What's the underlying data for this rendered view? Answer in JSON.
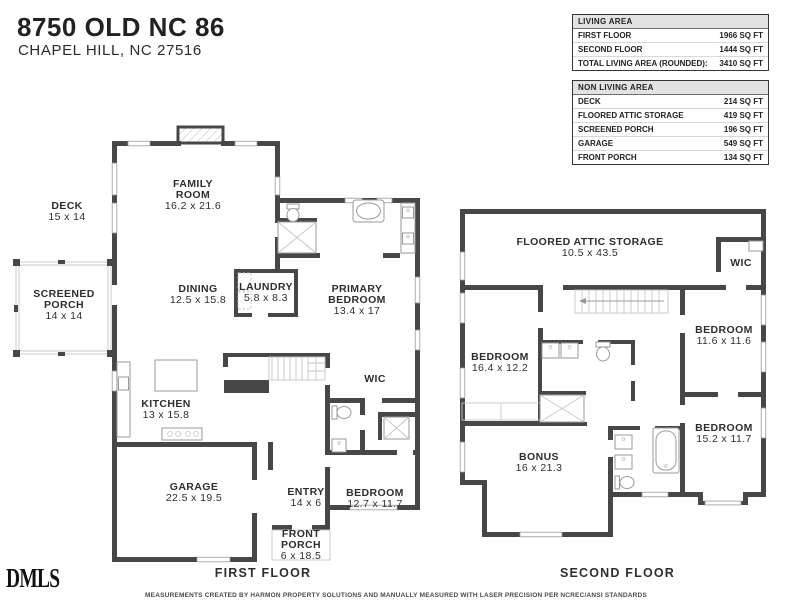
{
  "header": {
    "address": "8750 OLD NC 86",
    "city_line": "CHAPEL HILL, NC 27516"
  },
  "living_area_table": {
    "title": "LIVING AREA",
    "rows": [
      {
        "label": "FIRST FLOOR",
        "value": "1966 SQ FT"
      },
      {
        "label": "SECOND FLOOR",
        "value": "1444 SQ FT"
      }
    ],
    "total": {
      "label": "TOTAL LIVING AREA (ROUNDED):",
      "value": "3410 SQ FT"
    }
  },
  "non_living_area_table": {
    "title": "NON LIVING AREA",
    "rows": [
      {
        "label": "DECK",
        "value": "214 SQ FT"
      },
      {
        "label": "FLOORED ATTIC STORAGE",
        "value": "419 SQ FT"
      },
      {
        "label": "SCREENED PORCH",
        "value": "196 SQ FT"
      },
      {
        "label": "GARAGE",
        "value": "549 SQ FT"
      },
      {
        "label": "FRONT PORCH",
        "value": "134 SQ FT"
      }
    ]
  },
  "first_floor": {
    "caption": "FIRST FLOOR",
    "rooms": {
      "deck": {
        "name": "DECK",
        "dims": "15 x 14"
      },
      "screened_porch": {
        "name": "SCREENED PORCH",
        "dims": "14 x 14"
      },
      "family_room": {
        "name": "FAMILY ROOM",
        "dims": "16.2 x 21.6"
      },
      "dining": {
        "name": "DINING",
        "dims": "12.5 x 15.8"
      },
      "laundry": {
        "name": "LAUNDRY",
        "dims": "5.8 x 8.3"
      },
      "primary_bedroom": {
        "name": "PRIMARY BEDROOM",
        "dims": "13.4 x 17"
      },
      "kitchen": {
        "name": "KITCHEN",
        "dims": "13 x 15.8"
      },
      "wic": {
        "name": "WIC",
        "dims": ""
      },
      "bedroom": {
        "name": "BEDROOM",
        "dims": "12.7 x 11.7"
      },
      "garage": {
        "name": "GARAGE",
        "dims": "22.5 x 19.5"
      },
      "entry": {
        "name": "ENTRY",
        "dims": "14 x 6"
      },
      "front_porch": {
        "name": "FRONT PORCH",
        "dims": "6 x 18.5"
      }
    }
  },
  "second_floor": {
    "caption": "SECOND FLOOR",
    "rooms": {
      "attic": {
        "name": "FLOORED ATTIC STORAGE",
        "dims": "10.5 x 43.5"
      },
      "wic": {
        "name": "WIC",
        "dims": ""
      },
      "bedroom_16": {
        "name": "BEDROOM",
        "dims": "16.4 x 12.2"
      },
      "bedroom_11": {
        "name": "BEDROOM",
        "dims": "11.6 x 11.6"
      },
      "bedroom_15": {
        "name": "BEDROOM",
        "dims": "15.2 x 11.7"
      },
      "bonus": {
        "name": "BONUS",
        "dims": "16 x 21.3"
      }
    }
  },
  "footer": {
    "logo": "DMLS",
    "disclaimer": "MEASUREMENTS CREATED BY HARMON PROPERTY SOLUTIONS AND MANUALLY MEASURED WITH LASER PRECISION PER NCREC/ANSI STANDARDS"
  }
}
